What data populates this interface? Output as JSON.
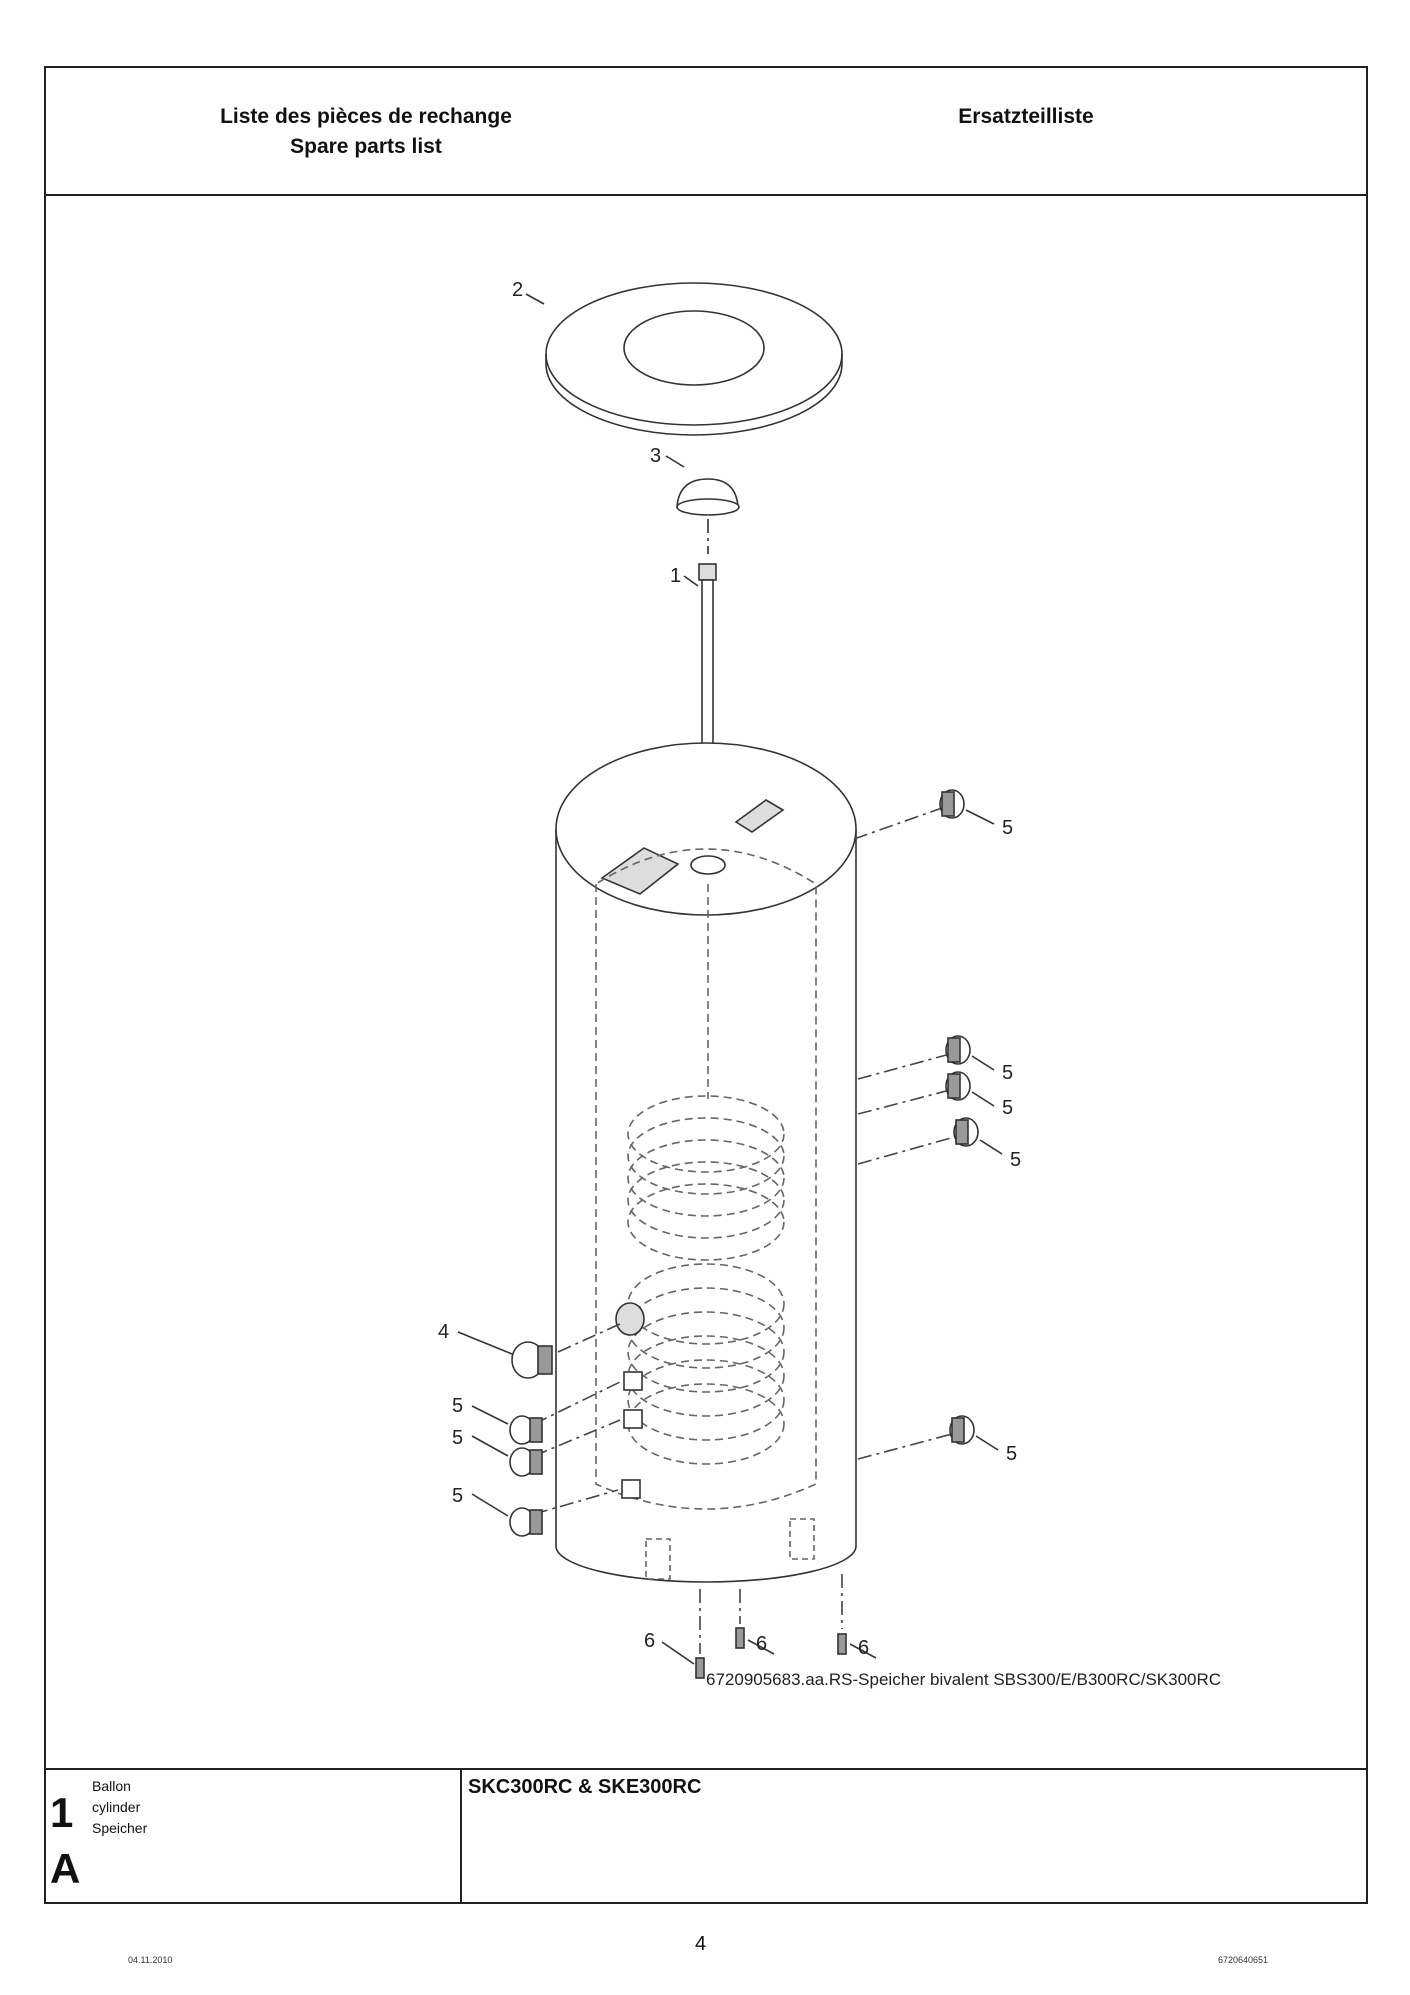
{
  "header": {
    "left_line1": "Liste des pièces de rechange",
    "left_line2": "Spare parts list",
    "right": "Ersatzteilliste"
  },
  "callouts": {
    "c1": "1",
    "c2": "2",
    "c3": "3",
    "c4": "4",
    "c5": "5",
    "c6": "6"
  },
  "caption": "6720905683.aa.RS-Speicher bivalent SBS300/E/B300RC/SK300RC",
  "footer": {
    "section_number": "1",
    "section_letter": "A",
    "name_fr": "Ballon",
    "name_en": "cylinder",
    "name_de": "Speicher",
    "model": "SKC300RC & SKE300RC"
  },
  "page_footer": {
    "date": "04.11.2010",
    "page": "4",
    "doc_number": "6720640651"
  }
}
